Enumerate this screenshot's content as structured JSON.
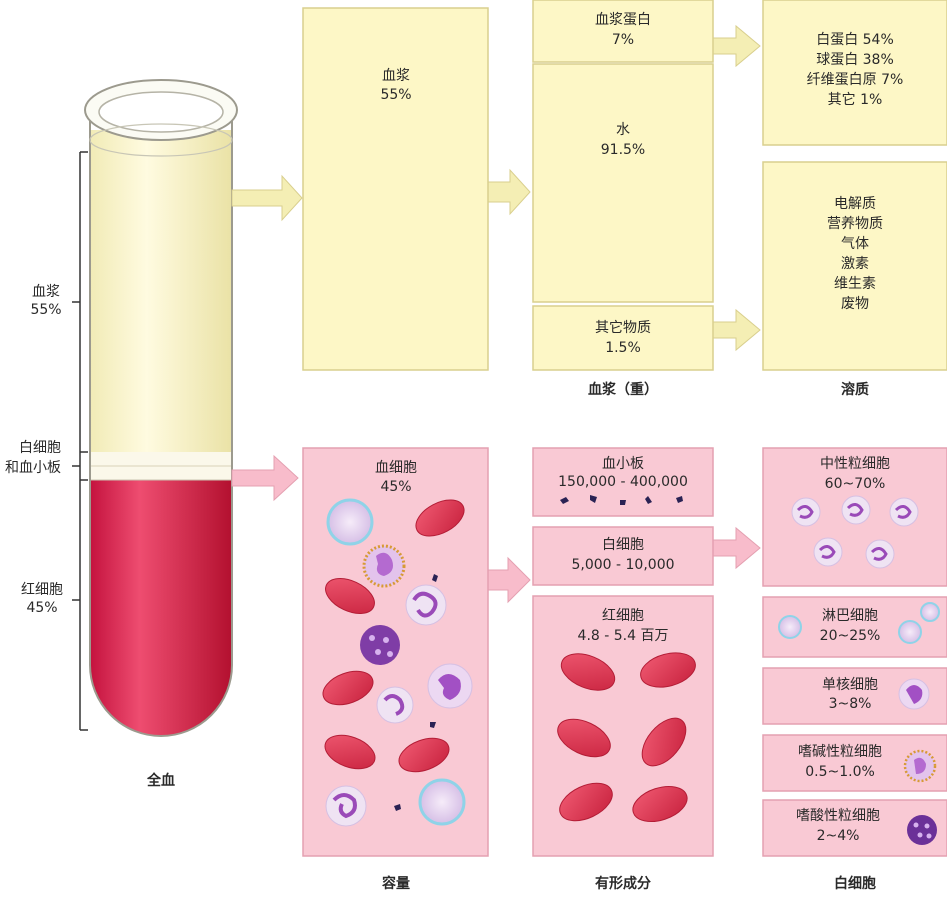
{
  "tube": {
    "plasma_label": "血浆",
    "plasma_pct": "55%",
    "wbc_label": "白细胞",
    "platelet_label": "和血小板",
    "rbc_label": "红细胞",
    "rbc_pct": "45%",
    "caption": "全血"
  },
  "plasma_box": {
    "title": "血浆",
    "pct": "55%"
  },
  "plasma_components": {
    "protein": {
      "title": "血浆蛋白",
      "pct": "7%"
    },
    "water": {
      "title": "水",
      "pct": "91.5%"
    },
    "other": {
      "title": "其它物质",
      "pct": "1.5%"
    },
    "caption": "血浆（重）"
  },
  "protein_detail": {
    "lines": [
      "白蛋白 54%",
      "球蛋白 38%",
      "纤维蛋白原 7%",
      "其它 1%"
    ]
  },
  "solutes": {
    "lines": [
      "电解质",
      "营养物质",
      "气体",
      "激素",
      "维生素",
      "废物"
    ],
    "caption": "溶质"
  },
  "cells_box": {
    "title": "血细胞",
    "pct": "45%",
    "caption": "容量"
  },
  "formed_elements": {
    "platelets": {
      "title": "血小板",
      "range": "150,000 - 400,000"
    },
    "wbc": {
      "title": "白细胞",
      "range": "5,000 - 10,000"
    },
    "rbc": {
      "title": "红细胞",
      "range": "4.8 - 5.4 百万"
    },
    "caption": "有形成分"
  },
  "wbc_types": {
    "neutrophil": {
      "title": "中性粒细胞",
      "pct": "60~70%"
    },
    "lymphocyte": {
      "title": "淋巴细胞",
      "pct": "20~25%"
    },
    "monocyte": {
      "title": "单核细胞",
      "pct": "3~8%"
    },
    "basophil": {
      "title": "嗜碱性粒细胞",
      "pct": "0.5~1.0%"
    },
    "eosinophil": {
      "title": "嗜酸性粒细胞",
      "pct": "2~4%"
    },
    "caption": "白细胞"
  },
  "colors": {
    "plasma_box": "#fdf7c6",
    "plasma_border": "#d9cf8e",
    "cell_box": "#f9c9d4",
    "cell_border": "#e4a0b1",
    "rbc": "#e2405a",
    "tube_red": "#e0244f"
  }
}
